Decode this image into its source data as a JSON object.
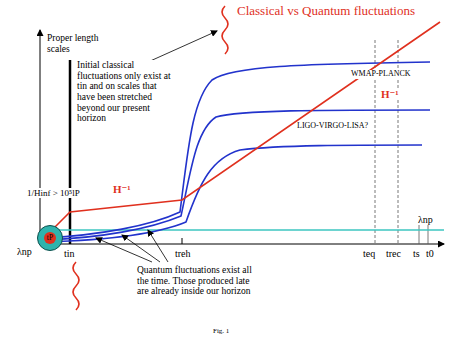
{
  "diagram": {
    "title": "Classical vs Quantum fluctuations",
    "caption": "Fig. 1",
    "nodes": [
      {
        "text": [
          "tP"
        ]
      }
    ],
    "labels": [
      "Proper length scales",
      "Initial classical fluctuations only exist at tin and on scales that have been stretched beyond our present horizon",
      "WMAP-PLANCK",
      "H⁻¹",
      "1/Hinf > 10⁵lP",
      "H⁻¹",
      "LIGO-VIRGO-LISA?",
      "λnp",
      "λnp",
      "tin",
      "Quantum fluctuations exist all the time. Those produced late are already inside our horizon",
      "treh",
      "teq",
      "trec",
      "ts",
      "t0"
    ]
  }
}
